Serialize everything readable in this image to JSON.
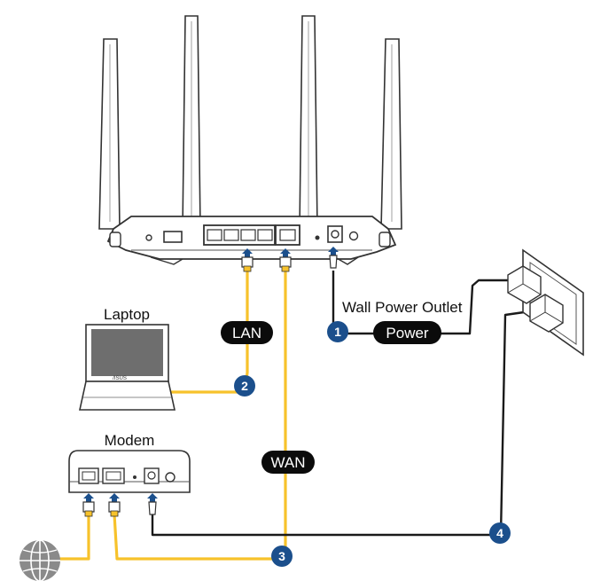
{
  "colors": {
    "cable_yellow": "#F7C22B",
    "power_cable": "#1a1a1a",
    "step_blue": "#1B4F8C",
    "device_outline": "#3a3a3a",
    "laptop_screen": "#6e6e6e",
    "pill_bg": "#0b0b0b"
  },
  "labels": {
    "laptop": "Laptop",
    "modem": "Modem",
    "wall_power_outlet": "Wall Power Outlet",
    "lan": "LAN",
    "wan": "WAN",
    "power": "Power",
    "laptop_brand": "/ISUS"
  },
  "steps": [
    {
      "number": "1",
      "meaning": "power"
    },
    {
      "number": "2",
      "meaning": "lan"
    },
    {
      "number": "3",
      "meaning": "wan"
    },
    {
      "number": "4",
      "meaning": "modem-power"
    }
  ],
  "icons": {
    "internet": "globe-icon",
    "router": "router-icon",
    "laptop": "laptop-icon",
    "modem": "modem-icon",
    "outlet": "wall-outlet-icon"
  }
}
